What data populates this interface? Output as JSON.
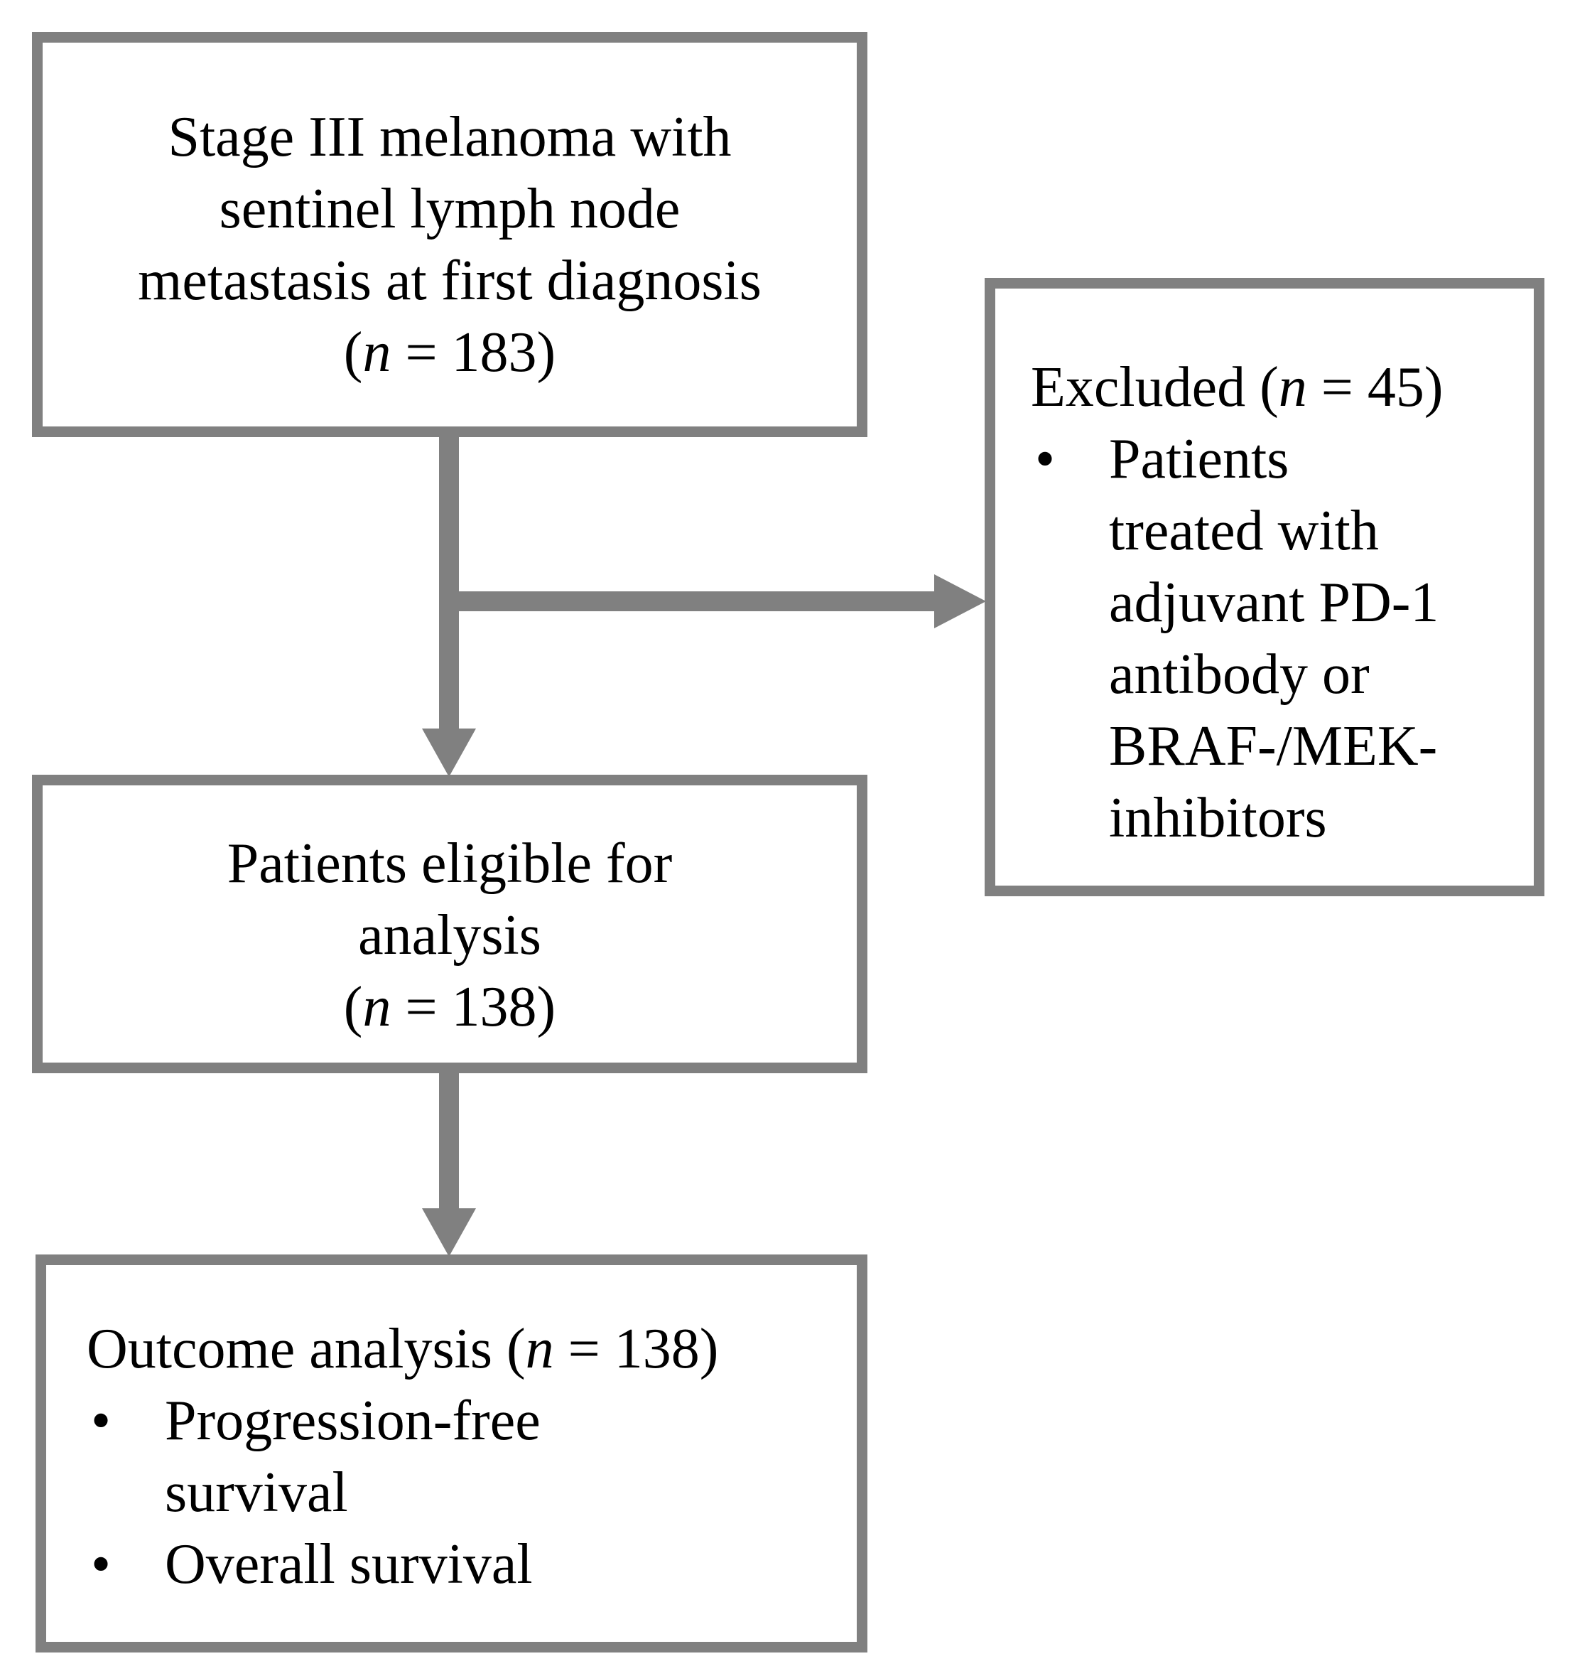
{
  "diagram": {
    "boxes": {
      "start": {
        "lines": [
          "Stage III melanoma with",
          "sentinel lymph node",
          "metastasis at first diagnosis"
        ],
        "n_prefix": "(",
        "n_var": "n",
        "n_suffix": " = 183)"
      },
      "excluded": {
        "title_prefix": "Excluded (",
        "n_var": "n",
        "title_suffix": " = 45)",
        "bullets": [
          {
            "lines": [
              "Patients",
              "treated with",
              "adjuvant PD-1",
              "antibody or",
              "BRAF-/MEK-",
              "inhibitors"
            ]
          }
        ]
      },
      "eligible": {
        "lines": [
          "Patients eligible for",
          "analysis"
        ],
        "n_prefix": "(",
        "n_var": "n",
        "n_suffix": " = 138)"
      },
      "outcome": {
        "title_prefix": "Outcome analysis (",
        "n_var": "n",
        "title_suffix": " = 138)",
        "bullets": [
          {
            "lines": [
              "Progression-free",
              "survival"
            ]
          },
          {
            "lines": [
              "Overall survival"
            ]
          }
        ]
      }
    },
    "bullet_symbol": "•",
    "colors": {
      "border": "#808080",
      "arrow": "#808080",
      "text": "#000000",
      "background": "#ffffff"
    }
  }
}
